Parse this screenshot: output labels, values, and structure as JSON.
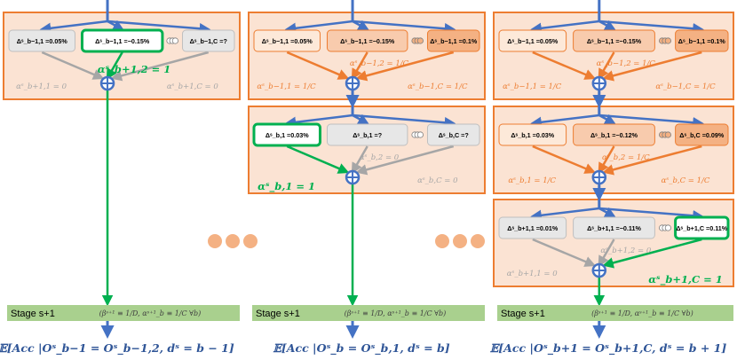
{
  "colors": {
    "panel_fill": "#fbe3d3",
    "panel_stroke": "#ed7d31",
    "box_gray": "#e7e7e7",
    "box_light_orange": "#fde9d9",
    "box_mid_orange": "#f8cbad",
    "box_dark_orange": "#f4b183",
    "edge_orange": "#ed7d31",
    "edge_gray": "#a6a6a6",
    "edge_blue": "#4472c4",
    "edge_green": "#00b050",
    "text_blue": "#2f5597",
    "stage_fill": "#a9d08e"
  },
  "columns": [
    {
      "panels": [
        {
          "boxes": [
            {
              "label": "Δˢ_b−1,1 =0.05%",
              "style": "gray"
            },
            {
              "label": "Δˢ_b−1,1 =−0.15%",
              "style": "selected"
            },
            {
              "label": "Δˢ_b−1,C =?",
              "style": "gray"
            }
          ],
          "weights": {
            "left": "αˢ_b+1,1 = 0",
            "center": "αˢ_b+1,2 = 1",
            "right": "αˢ_b+1,C = 0"
          }
        }
      ],
      "stage": {
        "label": "Stage s+1",
        "note": "(βˢ⁺¹ ≡ 1/D, αˢ⁺¹_b ≡ 1/C ∀b)"
      },
      "expectation": "𝔼[Acc |Oˢ_b−1 = Oˢ_b−1,2, dˢ = b − 1]"
    },
    {
      "panels": [
        {
          "boxes": [
            {
              "label": "Δˢ_b−1,1 =0.05%",
              "style": "light"
            },
            {
              "label": "Δˢ_b−1,1 =−0.15%",
              "style": "mid"
            },
            {
              "label": "Δˢ_b−1,1 =0.1%",
              "style": "dark"
            }
          ],
          "weights": {
            "left": "αˢ_b−1,1 = 1/C",
            "center": "αˢ_b−1,2 = 1/C",
            "right": "αˢ_b−1,C = 1/C"
          }
        },
        {
          "boxes": [
            {
              "label": "Δˢ_b,1 =0.03%",
              "style": "selected"
            },
            {
              "label": "Δˢ_b,1 =?",
              "style": "gray"
            },
            {
              "label": "Δˢ_b,C =?",
              "style": "gray"
            }
          ],
          "weights": {
            "left": "αˢ_b,1 = 1",
            "center": "αˢ_b,2 = 0",
            "right": "αˢ_b,C = 0"
          }
        }
      ],
      "stage": {
        "label": "Stage s+1",
        "note": "(βˢ⁺¹ ≡ 1/D, αˢ⁺¹_b ≡ 1/C ∀b)"
      },
      "expectation": "𝔼[Acc |Oˢ_b = Oˢ_b,1, dˢ = b]"
    },
    {
      "panels": [
        {
          "boxes": [
            {
              "label": "Δˢ_b−1,1 =0.05%",
              "style": "light"
            },
            {
              "label": "Δˢ_b−1,1 =−0.15%",
              "style": "mid"
            },
            {
              "label": "Δˢ_b−1,1 =0.1%",
              "style": "dark"
            }
          ],
          "weights": {
            "left": "αˢ_b−1,1 = 1/C",
            "center": "αˢ_b−1,2 = 1/C",
            "right": "αˢ_b−1,C = 1/C"
          }
        },
        {
          "boxes": [
            {
              "label": "Δˢ_b,1 =0.03%",
              "style": "light"
            },
            {
              "label": "Δˢ_b,1 =−0.12%",
              "style": "mid"
            },
            {
              "label": "Δˢ_b,C =0.09%",
              "style": "dark"
            }
          ],
          "weights": {
            "left": "αˢ_b,1 = 1/C",
            "center": "αˢ_b,2 = 1/C",
            "right": "αˢ_b,C = 1/C"
          }
        },
        {
          "boxes": [
            {
              "label": "Δˢ_b+1,1 =0.01%",
              "style": "gray"
            },
            {
              "label": "Δˢ_b+1,1 =−0.11%",
              "style": "gray"
            },
            {
              "label": "Δˢ_b+1,C =0.11%",
              "style": "selected"
            }
          ],
          "weights": {
            "left": "αˢ_b+1,1 = 0",
            "center": "αˢ_b+1,2 = 0",
            "right": "αˢ_b+1,C = 1"
          }
        }
      ],
      "stage": {
        "label": "Stage s+1",
        "note": "(βˢ⁺¹ ≡ 1/D, αˢ⁺¹_b ≡ 1/C ∀b)"
      },
      "expectation": "𝔼[Acc |Oˢ_b+1 = Oˢ_b+1,C, dˢ = b + 1]"
    }
  ]
}
